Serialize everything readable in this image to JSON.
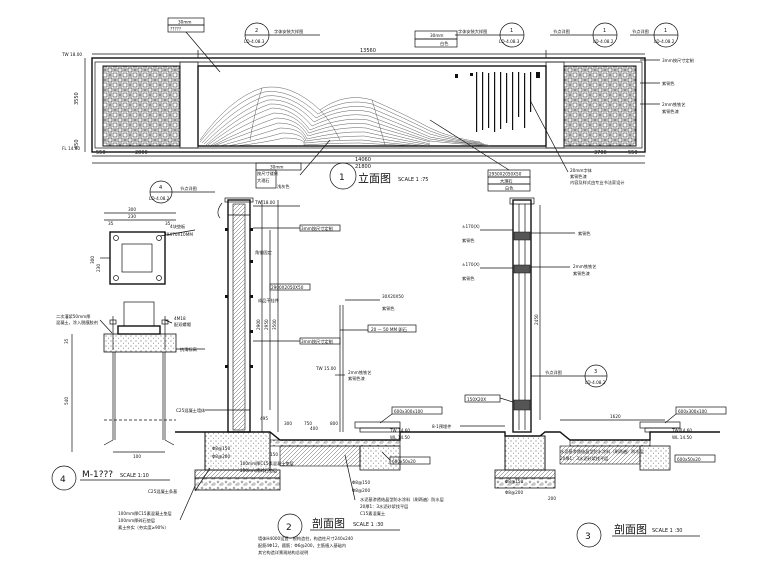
{
  "colors": {
    "ink": "#111111",
    "paper": "#ffffff"
  },
  "titles": {
    "elevation": {
      "name": "立面图",
      "scale": "SCALE 1 :75",
      "num": "1"
    },
    "section2": {
      "name": "剖面图",
      "scale": "SCALE 1 :30",
      "num": "2"
    },
    "section3": {
      "name": "剖面图",
      "scale": "SCALE 1 :30",
      "num": "3"
    },
    "detail4": {
      "name": "M-1???",
      "scale": "SCALE 1:10",
      "num": "4"
    }
  },
  "elevation": {
    "level_top": "TW 18.00",
    "level_bottom": "FL 14.60",
    "h_overall": "13560",
    "h_panel": "2800",
    "h_mid": "14060",
    "h_total": "21800",
    "h_right": "3700",
    "h_left_small": "550",
    "h_right_small": "550",
    "v_3550": "3550",
    "v_450": "450",
    "callouts": {
      "c1": {
        "text": "字体安装大样图",
        "ref": "LD-4.08.3",
        "num": "2"
      },
      "c2": {
        "text": "字体安装大样图",
        "ref": "LD-4.08.3",
        "num": "1"
      },
      "c3": {
        "text": "节点详图",
        "ref": "LD-4.08.2",
        "num": "1"
      },
      "c4": {
        "text": "节点详图",
        "ref": "LD-4.08.2",
        "num": "1"
      }
    },
    "labels": {
      "top_30mm": "30mm",
      "top_qs": "?????",
      "mid_30mm": "30mm",
      "mid_white": "白色",
      "btm_30mm": "30mm",
      "btm_box1": "按尺寸镂刻",
      "btm_box2": "大理石",
      "btm_box3": "浅灰色",
      "r1": "3mm按尺寸定制",
      "r2": "紫铜色",
      "r3": "2mm铁铁艺",
      "r4": "紫铜色漆",
      "btm_mid1": "2950X2050X50",
      "btm_mid2": "大理石",
      "btm_mid3": "白色",
      "btm_r1": "20mm字体",
      "btm_r2": "紫铜色漆",
      "btm_r3": "内容及样式由专业书法家设计"
    }
  },
  "detail4": {
    "callout_text": "节点详图",
    "callout_ref": "LD-4.08.2",
    "callout_num": "4",
    "d300": "300",
    "d230": "230",
    "d35a": "35",
    "d35b": "35",
    "box_label1": "4块垫板",
    "box_label2": "70X70X10MM",
    "l1": "二次灌浆50mm厚",
    "l2": "混凝土，涂入脱膜胶剂",
    "l3": "4M18",
    "l4": "配双螺帽",
    "l5": "抗滑标高",
    "v540": "540",
    "v100": "100",
    "v3x": "300",
    "v230": "230",
    "v35": "35"
  },
  "section2": {
    "tw": "TW 18.00",
    "tw2": "TW 15.00",
    "tw3": "TW 14.60",
    "wl": "WL 14.50",
    "labels": {
      "a1": "3mm按尺寸定制",
      "a2": "角钢固定",
      "a3": "2900X2050X50",
      "a4": "成品干挂件",
      "a5": "3mm按尺寸定制",
      "a6": "C25混凝土墙体",
      "a7": "30X20X50",
      "a8": "紫铜色",
      "a9": "20 — 50 MM 卵石",
      "a10": "2mm铁铁艺",
      "a11": "紫铜色漆",
      "a12": "600x300x100",
      "a13": "600x50x20",
      "a14": "100mm厚C15素混凝土垫层",
      "a15": "C25混凝土条基",
      "a16": "100mm厚C15素混凝土垫层",
      "a17": "100mm厚碎石垫层",
      "a18": "素土夯实（夯实度≥90%）",
      "a19": "Φ8@150",
      "a20": "Φ8@200",
      "a21": "Φ8@150",
      "a22": "Φ8@200",
      "a23": "水泥基渗透结晶型防水涂料（刷两遍）防水层",
      "a24": "20厚1：3水泥砂浆找平层",
      "a25": "C15素混凝土",
      "note1": "墙体H4000设置一根构造柱，构造柱尺寸240x240",
      "note2": "配筋4Φ12，箍筋：Φ6@200，主筋植入基础内",
      "note3": "其它构造详景观结构总说明"
    },
    "dims": {
      "d2900": "2900",
      "d2950": "2950",
      "d3500": "3500",
      "d495": "495",
      "d300": "300",
      "d800": "800",
      "d750": "750",
      "d400": "400",
      "d150": "150"
    }
  },
  "section3": {
    "tw": "TW 14.60",
    "wl": "WL 14.50",
    "callout_text": "节点详图",
    "callout_ref": "LD-4.08.2",
    "callout_num": "3",
    "labels": {
      "b1": "±170(X)",
      "b2": "紫铜色",
      "b3": "紫铜色",
      "b4": "±170(X)",
      "b5": "紫铜色",
      "b6": "2mm铁铁艺",
      "b7": "紫铜色漆",
      "b8": "150X20X",
      "b9": "600x300x100",
      "b10": "600x50x20",
      "b11": "水泥基渗透结晶型防水涂料（刷两遍）防水层",
      "b12": "20厚1：3水泥砂浆找平层",
      "b13": "Φ8@200",
      "b14": "Φ8@150",
      "b15": "8-1预埋件"
    },
    "dims": {
      "d1620": "1620",
      "d2450": "2450",
      "d200": "200"
    }
  }
}
